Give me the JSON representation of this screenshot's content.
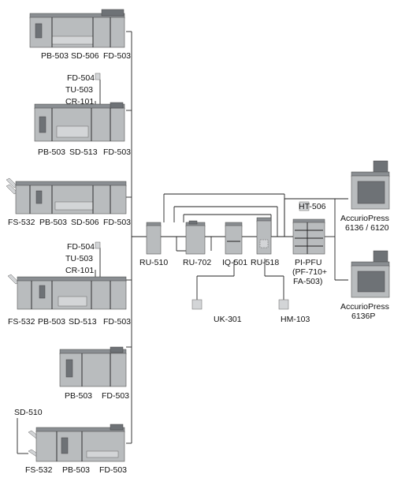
{
  "left_configs": [
    {
      "labels": [
        "PB-503",
        "SD-506",
        "FD-503"
      ]
    },
    {
      "callouts": [
        "FD-504",
        "TU-503",
        "CR-101"
      ],
      "labels": [
        "PB-503",
        "SD-513",
        "FD-503"
      ]
    },
    {
      "labels": [
        "FS-532",
        "PB-503",
        "SD-506",
        "FD-503"
      ]
    },
    {
      "callouts": [
        "FD-504",
        "TU-503",
        "CR-101"
      ],
      "labels": [
        "FS-532",
        "PB-503",
        "SD-513",
        "FD-503"
      ]
    },
    {
      "labels": [
        "PB-503",
        "FD-503"
      ]
    },
    {
      "callouts": [
        "SD-510"
      ],
      "labels": [
        "FS-532",
        "PB-503",
        "FD-503"
      ]
    }
  ],
  "units": {
    "ru510": "RU-510",
    "ru702": "RU-702",
    "iq501": "IQ-501",
    "ru518": "RU-518",
    "uk301": "UK-301",
    "hm103": "HM-103",
    "ht506": "HT-506",
    "pipfu": [
      "PI-PFU",
      "(PF-710+",
      "FA-503)"
    ]
  },
  "presses": [
    {
      "lines": [
        "AccurioPress",
        "6136 / 6120"
      ]
    },
    {
      "lines": [
        "AccurioPress",
        "6136P"
      ]
    }
  ]
}
